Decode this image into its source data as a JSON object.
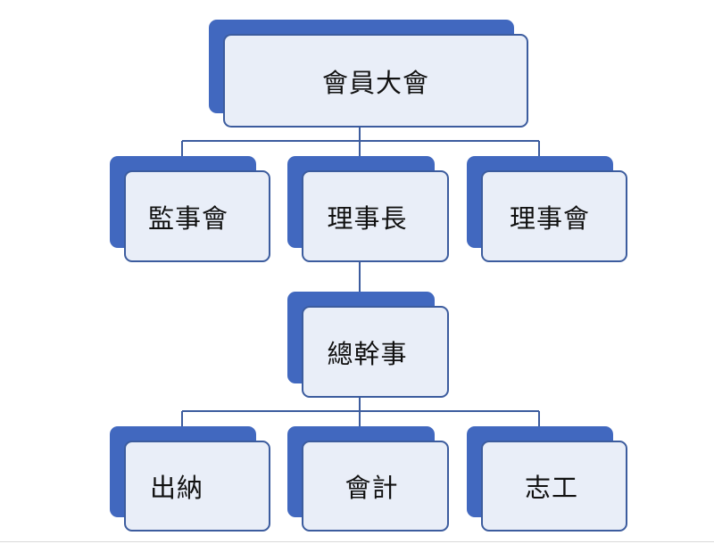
{
  "org_chart": {
    "root": {
      "label": "會員大會"
    },
    "level2": [
      {
        "label": "監事會"
      },
      {
        "label": "理事長"
      },
      {
        "label": "理事會"
      }
    ],
    "level3": {
      "label": "總幹事"
    },
    "level4": [
      {
        "label": "出納"
      },
      {
        "label": "會計"
      },
      {
        "label": "志工"
      }
    ]
  },
  "colors": {
    "box_back": "#4168bf",
    "box_front": "#e9eef8",
    "box_border": "#3c5c9e",
    "connector": "#3c5c9e"
  }
}
